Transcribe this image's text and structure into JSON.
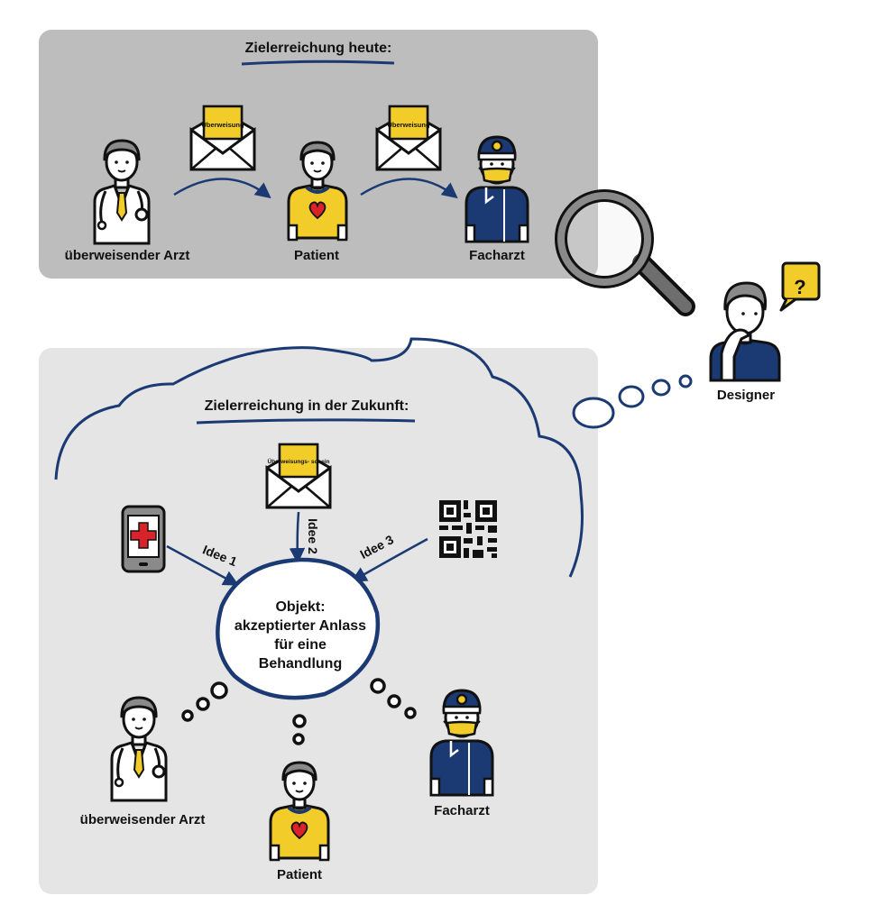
{
  "today": {
    "heading": "Zielerreichung heute:",
    "referring_doctor": "überweisender Arzt",
    "patient": "Patient",
    "specialist": "Facharzt",
    "letter_1": "Überweisung",
    "letter_2": "Überweisung"
  },
  "designer": {
    "label": "Designer",
    "bubble": "?"
  },
  "future": {
    "heading": "Zielerreichung in der Zukunft:",
    "letter": "Überweisungs- schein",
    "idea_1": "Idee 1",
    "idea_2": "Idee 2",
    "idea_3": "Idee 3",
    "center_line_1": "Objekt:",
    "center_line_2": "akzeptierter Anlass",
    "center_line_3": "für eine",
    "center_line_4": "Behandlung",
    "referring_doctor": "überweisender Arzt",
    "patient": "Patient",
    "specialist": "Facharzt"
  },
  "colors": {
    "navy": "#1b3a73",
    "yellow": "#f2cd2a",
    "red": "#d8232a",
    "panel_today": "#bdbdbd",
    "panel_future": "#e5e5e5"
  }
}
